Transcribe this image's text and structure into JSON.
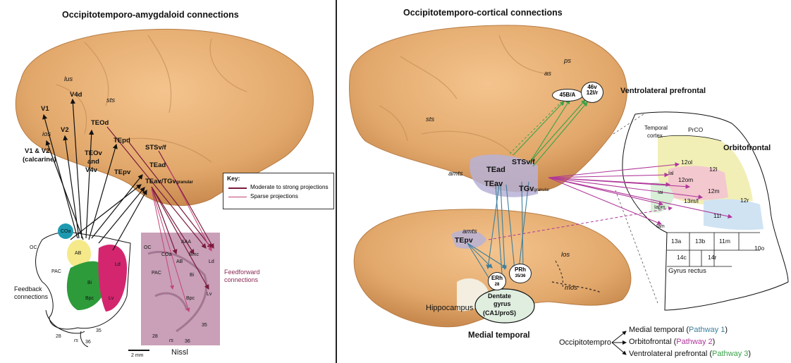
{
  "left_panel": {
    "title": "Occipitotemporo-amygdaloid connections",
    "cortex_labels": {
      "lus": "lus",
      "sts": "sts",
      "ios": "ios",
      "V1": "V1",
      "V4d": "V4d",
      "V2": "V2",
      "TEOd": "TEOd",
      "V1V2_line1": "V1 & V2",
      "V1V2_line2": "(calcarine)",
      "TEOv_line1": "TEOv",
      "TEOv_line2": "and",
      "TEOv_line3": "V4v",
      "TEpd": "TEpd",
      "TEpv": "TEpv",
      "STSvf": "STSv/f",
      "TEad": "TEad",
      "TEavTGv": "TEav/TGv",
      "granular": "granular"
    },
    "key": {
      "title": "Key:",
      "moderate": "Moderate to strong projections",
      "sparse": "Sparse projections"
    },
    "amygdala_labels": {
      "OC": "OC",
      "COa": "COa",
      "AB": "AB",
      "Bi": "Bi",
      "Bpc": "Bpc",
      "Ld": "Ld",
      "Lv": "Lv",
      "PAC": "PAC",
      "feedback_line1": "Feedback",
      "feedback_line2": "connections",
      "n28": "28",
      "n35": "35",
      "n36": "36",
      "rs": "rs",
      "scale": "2 mm"
    },
    "nissl_labels": {
      "OC": "OC",
      "COa": "COa",
      "AAA": "AAA",
      "Bmc": "Bmc",
      "AB": "AB",
      "Bi": "Bi",
      "Ld": "Ld",
      "PAC": "PAC",
      "Bpc": "Bpc",
      "Lv": "Lv",
      "n35": "35",
      "n28": "28",
      "rs": "rs",
      "n36": "36",
      "feedforward_line1": "Feedforward",
      "feedforward_line2": "connections",
      "nissl": "Nissl"
    }
  },
  "right_panel": {
    "title": "Occipitotemporo-cortical connections",
    "upper_brain_labels": {
      "ps": "ps",
      "as": "as",
      "vlpfc": "Ventrolateral prefrontal",
      "area45": "45B/A",
      "area46_line1": "46v",
      "area46_line2": "12l/r",
      "sts": "sts",
      "amts": "amts",
      "TEad": "TEad",
      "STSvf": "STSv/f",
      "TEav": "TEav",
      "TGv": "TGv",
      "granular": "granular"
    },
    "orbitofrontal_labels": {
      "temporal_line1": "Temporal",
      "temporal_line2": "cortex",
      "PrCO": "PrCO",
      "title": "Orbitofrontal",
      "Ial": "Ial",
      "12ol": "12ol",
      "12l": "12l",
      "12om": "12om",
      "Iai": "Iai",
      "12m": "12m",
      "12r": "12r",
      "Iapm": "Iapm",
      "13ml": "13m/l",
      "11l": "11l",
      "Iam": "Iam",
      "13a": "13a",
      "13b": "13b",
      "11m": "11m",
      "10o": "10o",
      "14c": "14c",
      "14r": "14r",
      "gyrus": "Gyrus rectus"
    },
    "lower_brain_labels": {
      "amts": "amts",
      "TEpv": "TEpv",
      "los": "los",
      "mos": "mos",
      "ERh": "ERh",
      "ERh_sub": "28",
      "PRh": "PRh",
      "PRh_sub": "35/36",
      "dg_line1": "Dentate",
      "dg_line2": "gyrus",
      "dg_line3": "(CA1/proS)",
      "hippocampus": "Hippocampus",
      "medial": "Medial temporal"
    },
    "pathways": {
      "root": "Occipitotempro",
      "p1_name": "Medial temporal (",
      "p1_label": "Pathway 1",
      "p2_name": "Orbitofrontal (",
      "p2_label": "Pathway 2",
      "p3_name": "Ventrolateral prefrontal (",
      "p3_label": "Pathway 3",
      "close": ")"
    }
  },
  "colors": {
    "brain": "#e7b27a",
    "brain_dark": "#c98a4f",
    "moderate": "#7a1a3c",
    "sparse": "#c24477",
    "black_arrow": "#111111",
    "pathway1": "#3d7f9d",
    "pathway2": "#b0369a",
    "pathway3": "#3aa24a",
    "COa": "#1d9ab0",
    "AB": "#f5e98a",
    "Bi": "#2e9b3b",
    "Lateral": "#d3266f",
    "roi": "#b7b2d6",
    "nissl": "#c9a0b8"
  }
}
